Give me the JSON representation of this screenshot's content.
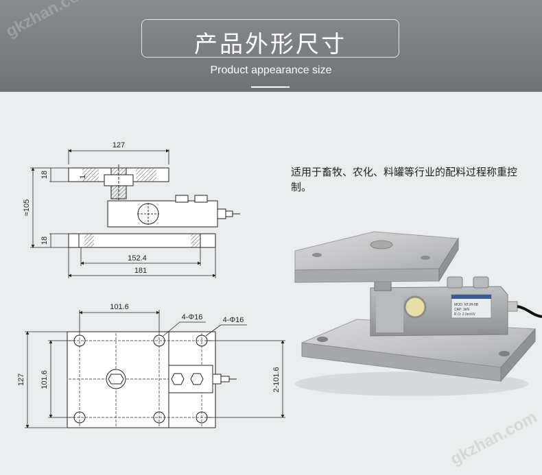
{
  "header": {
    "title": "产品外形尺寸",
    "subtitle": "Product appearance size"
  },
  "watermark": "gkzhan.com",
  "description": "适用于畜牧、农化、料罐等行业的配料过程称重控制。",
  "side_view": {
    "dim_top_width": "127",
    "dim_top_thickness": "18",
    "dim_small": "1",
    "dim_height": "≈105",
    "dim_bottom_thickness": "18",
    "dim_mid_width": "152.4",
    "dim_total_width": "181"
  },
  "top_view": {
    "dim_hole_spacing": "101.6",
    "hole_label_1": "4-Φ16",
    "hole_label_2": "4-Φ16",
    "dim_height": "127",
    "dim_inner_height": "101.6",
    "dim_right": "2-101.6"
  },
  "photo_label": {
    "line1": "MOD: NTJH-5B",
    "line2": "CAP: 3kN",
    "line3": "R.O: 2.0mV/V"
  }
}
